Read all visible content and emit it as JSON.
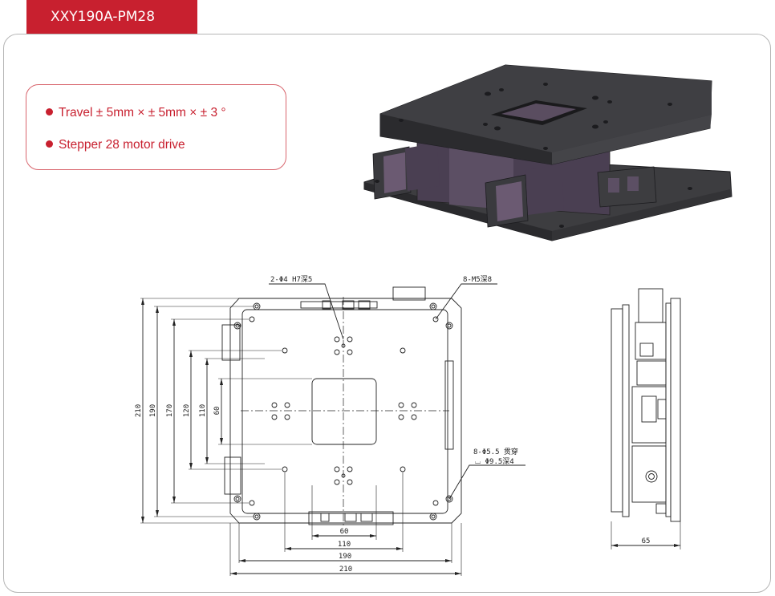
{
  "header": {
    "model": "XXY190A-PM28"
  },
  "features": [
    {
      "text": "Travel ± 5mm × ± 5mm × ± 3 °"
    },
    {
      "text": "Stepper 28 motor drive"
    }
  ],
  "drawing": {
    "callouts": {
      "pin_holes": "2-Φ4 H7深5",
      "threaded_holes": "8-M5深8",
      "through_holes": "8-Φ5.5 贯穿",
      "counterbore": "⌴ Φ9.5深4"
    },
    "vertical_dims": [
      "210",
      "190",
      "170",
      "120",
      "110",
      "60"
    ],
    "horizontal_dims": [
      "60",
      "110",
      "190",
      "210"
    ],
    "side_dim": "65"
  }
}
